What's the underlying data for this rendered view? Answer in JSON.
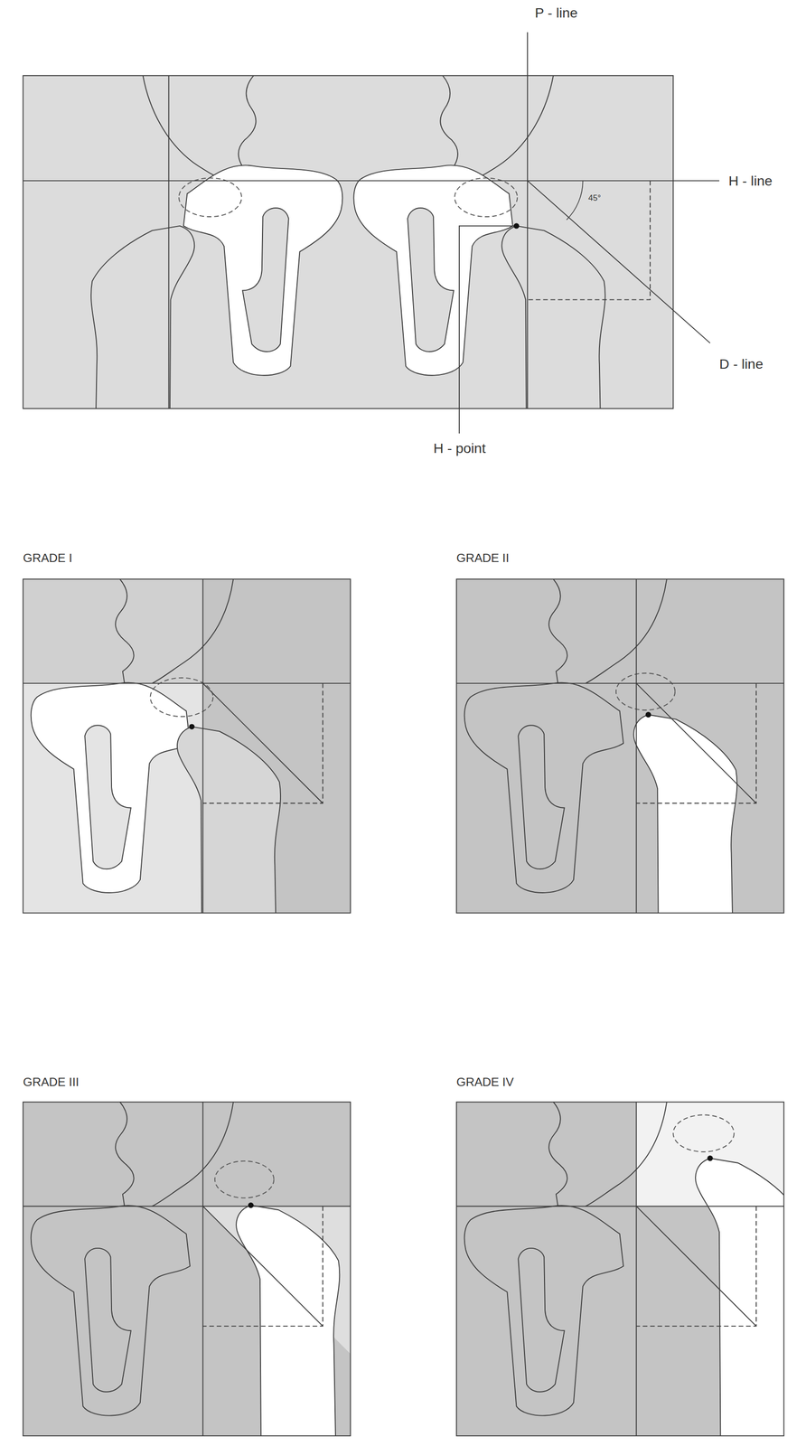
{
  "diagram": {
    "labels": [
      "P - line",
      "H - line",
      "D - line",
      "H - point",
      "45°",
      "GRADE I",
      "GRADE II",
      "GRADE III",
      "GRADE IV"
    ]
  }
}
